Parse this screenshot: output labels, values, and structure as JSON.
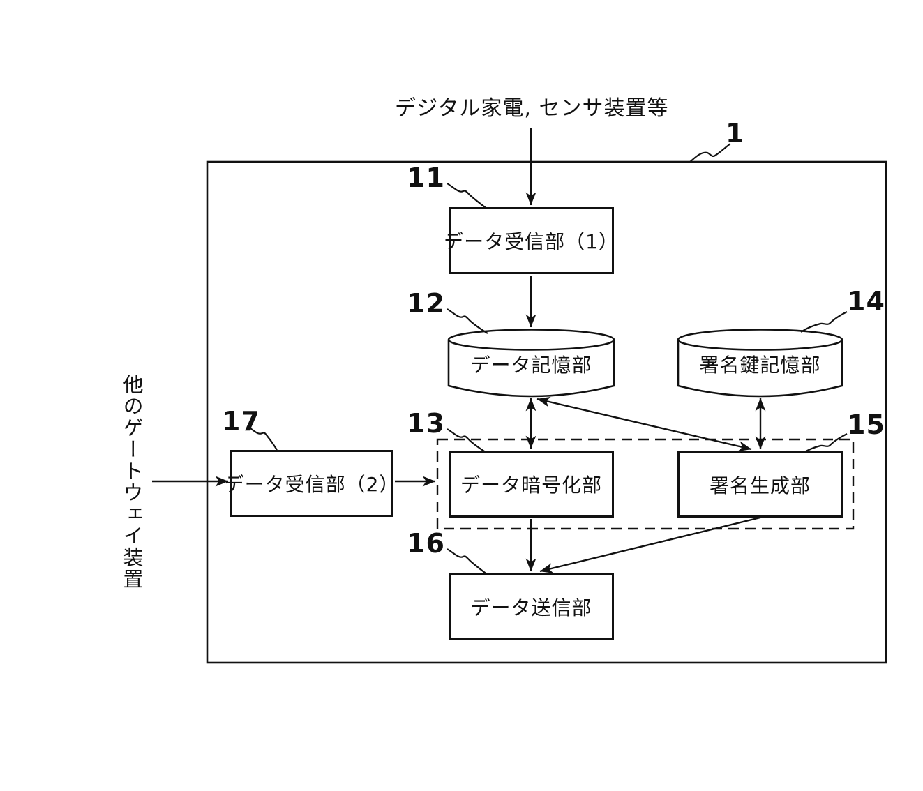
{
  "figure": {
    "device_ref": "1",
    "source_label": "デジタル家電, センサ装置等",
    "left_source_label": "他のゲートウェイ装置"
  },
  "blocks": {
    "data_receiver_1": {
      "ref": "11",
      "label": "データ受信部（1）",
      "shape": "rect"
    },
    "data_storage": {
      "ref": "12",
      "label": "データ記憶部",
      "shape": "cylinder"
    },
    "data_encryption": {
      "ref": "13",
      "label": "データ暗号化部",
      "shape": "rect"
    },
    "signature_key_storage": {
      "ref": "14",
      "label": "署名鍵記憶部",
      "shape": "cylinder"
    },
    "signature_generation": {
      "ref": "15",
      "label": "署名生成部",
      "shape": "rect"
    },
    "data_transmission": {
      "ref": "16",
      "label": "データ送信部",
      "shape": "rect"
    },
    "data_receiver_2": {
      "ref": "17",
      "label": "データ受信部（2）",
      "shape": "rect"
    }
  },
  "connections": [
    {
      "from": "external-top-source",
      "to": "data_receiver_1",
      "type": "arrow"
    },
    {
      "from": "data_receiver_1",
      "to": "data_storage",
      "type": "arrow"
    },
    {
      "from": "data_storage",
      "to": "data_encryption",
      "type": "double-arrow"
    },
    {
      "from": "data_storage",
      "to": "signature_generation",
      "type": "double-arrow"
    },
    {
      "from": "signature_key_storage",
      "to": "signature_generation",
      "type": "double-arrow"
    },
    {
      "from": "data_encryption",
      "to": "data_transmission",
      "type": "arrow"
    },
    {
      "from": "signature_generation",
      "to": "data_transmission",
      "type": "arrow"
    },
    {
      "from": "external-left-source",
      "to": "data_receiver_2",
      "type": "arrow"
    },
    {
      "from": "data_receiver_2",
      "to": "data_encryption",
      "type": "arrow"
    }
  ],
  "colors": {
    "ink": "#111111",
    "background": "#ffffff"
  }
}
